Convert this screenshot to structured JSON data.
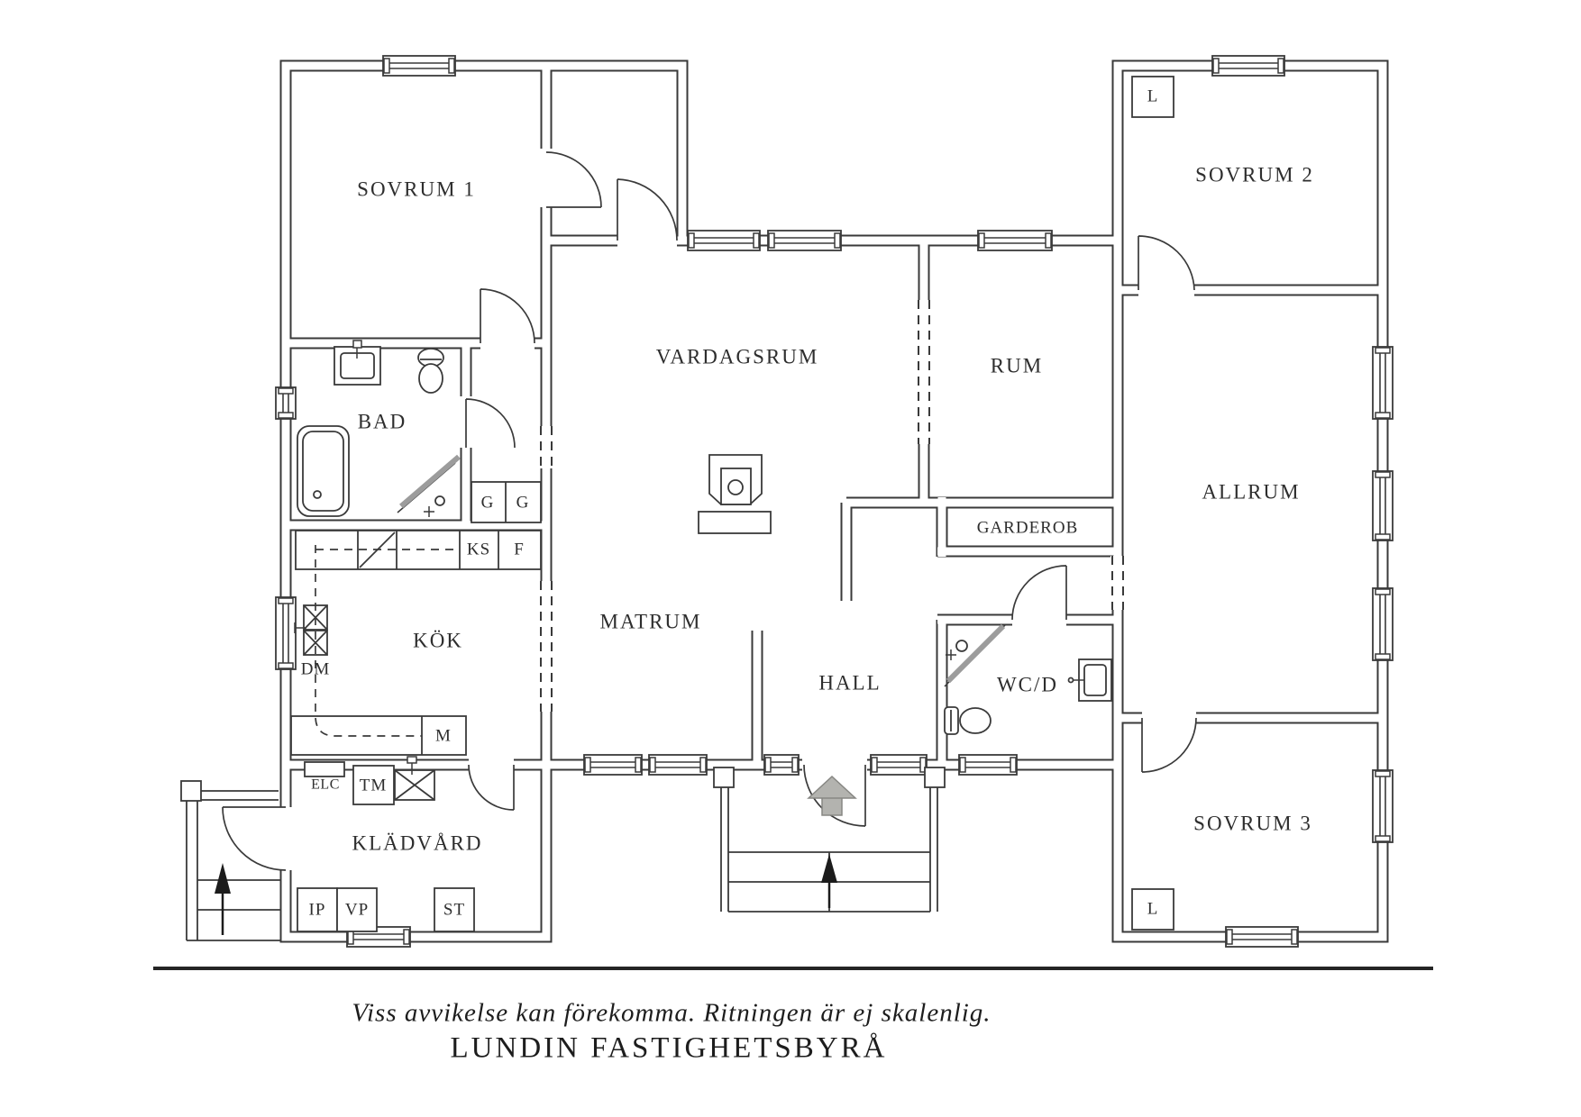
{
  "rooms": {
    "sovrum1": "SOVRUM 1",
    "sovrum2": "SOVRUM 2",
    "sovrum3": "SOVRUM 3",
    "vardagsrum": "VARDAGSRUM",
    "rum": "RUM",
    "allrum": "ALLRUM",
    "bad": "BAD",
    "kok": "KÖK",
    "matrum": "MATRUM",
    "hall": "HALL",
    "wcd": "WC/D",
    "garderob": "GARDEROB",
    "kladvard": "KLÄDVÅRD"
  },
  "fixtures": {
    "g1": "G",
    "g2": "G",
    "ks": "KS",
    "f": "F",
    "dm": "DM",
    "m": "M",
    "elc": "ELC",
    "tm": "TM",
    "ip": "IP",
    "vp": "VP",
    "st": "ST",
    "l1": "L",
    "l2": "L"
  },
  "footer": {
    "disclaimer": "Viss avvikelse kan förekomma. Ritningen är ej skalenlig.",
    "brand": "LUNDIN FASTIGHETSBYRÅ"
  },
  "colors": {
    "line": "#3a3a3a",
    "arrow_gray": "#b3b3af"
  }
}
